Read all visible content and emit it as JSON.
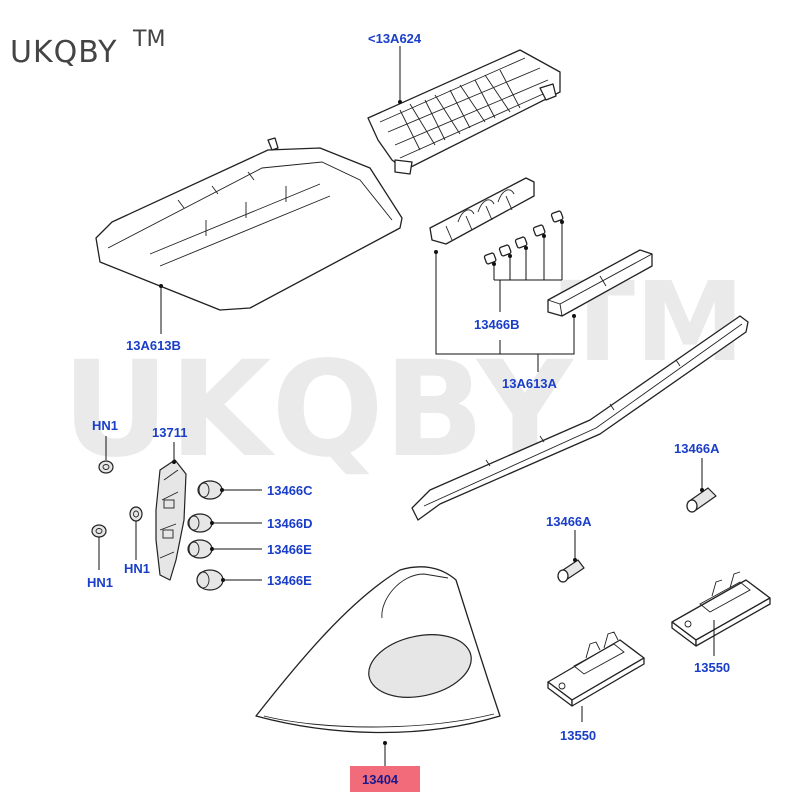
{
  "brand": {
    "name": "UKQBY",
    "mark": "TM"
  },
  "watermark": {
    "text": "UKQBY",
    "mark": "TM"
  },
  "callouts": {
    "c13A624": "<13A624",
    "c13A613B": "13A613B",
    "c13466B": "13466B",
    "c13A613A": "13A613A",
    "cHN1_top": "HN1",
    "c13711": "13711",
    "c13466C": "13466C",
    "c13466D": "13466D",
    "c13466E_1": "13466E",
    "c13466E_2": "13466E",
    "cHN1_mid": "HN1",
    "cHN1_low": "HN1",
    "c13466A_1": "13466A",
    "c13466A_2": "13466A",
    "c13550_1": "13550",
    "c13550_2": "13550",
    "c13404": "13404"
  },
  "colors": {
    "label": "#1a3ec8",
    "highlight": "#f26b7a",
    "line": "#222222",
    "watermark": "#d9d9d9"
  }
}
